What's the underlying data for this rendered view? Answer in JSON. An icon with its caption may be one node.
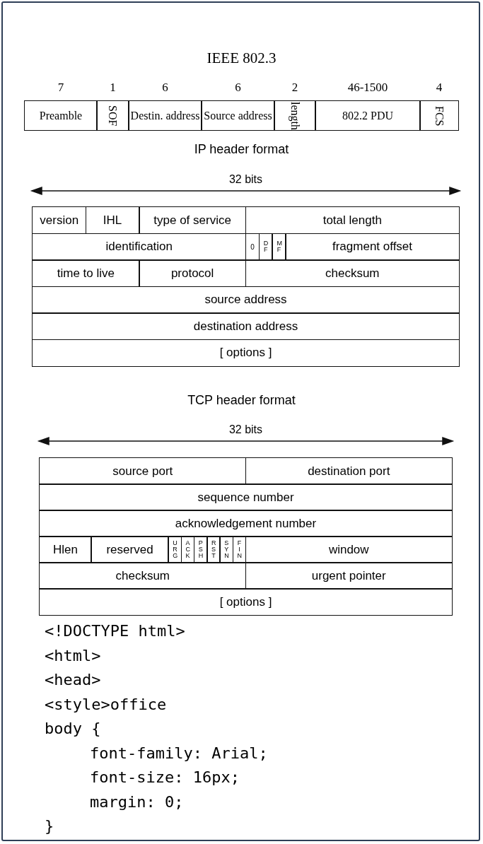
{
  "diagram": {
    "title": "IEEE 802.3",
    "labels": [
      "7",
      "1",
      "6",
      "6",
      "2",
      "46-1500",
      "4",
      "Preamble",
      "SOF",
      "Destin. address",
      "Source address",
      "length",
      "802.2 PDU",
      "FCS",
      "IP header format",
      "32 bits",
      "version",
      "IHL",
      "type of service",
      "total length",
      "identification",
      "0",
      "DF",
      "MF",
      "fragment offset",
      "time to live",
      "protocol",
      "checksum",
      "source address",
      "destination address",
      "[ options ]",
      "TCP header format",
      "32 bits",
      "source port",
      "destination port",
      "sequence number",
      "acknowledgement number",
      "Hlen",
      "reserved",
      "URG",
      "ACK",
      "PSH",
      "RST",
      "SYN",
      "FIN",
      "window",
      "checksum",
      "urgent pointer",
      "[ options ]",
      "<!DOCTYPE html>",
      "<html>",
      "<head>",
      "<style>office",
      "body {",
      "font-family: Arial;",
      "font-size: 16px;",
      "margin: 0;",
      "}"
    ]
  }
}
